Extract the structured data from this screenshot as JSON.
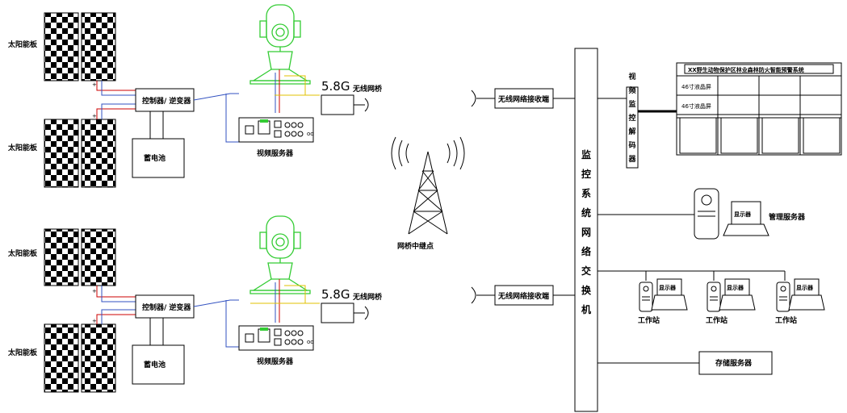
{
  "solar_panel_label": "太阳能板",
  "controller_label": "控制器/ 逆变器",
  "battery_label": "蓄电池",
  "video_server_label": "视频服务器",
  "wireless_band": "5.8G",
  "wireless_bridge_label": "无线网桥",
  "relay_label": "网桥中继点",
  "wireless_receiver_label": "无线网络接收端",
  "switch_label": "监控系统网络交换机",
  "decoder_label": "视频监控解码器",
  "wall_title": "XX野生动物保护区林业森林防火智能预警系统",
  "wall_tag": "46寸液晶屏",
  "monitor_label": "显示器",
  "mgmt_server_label": "管理服务器",
  "workstation_label": "工作站",
  "storage_server_label": "存储服务器"
}
